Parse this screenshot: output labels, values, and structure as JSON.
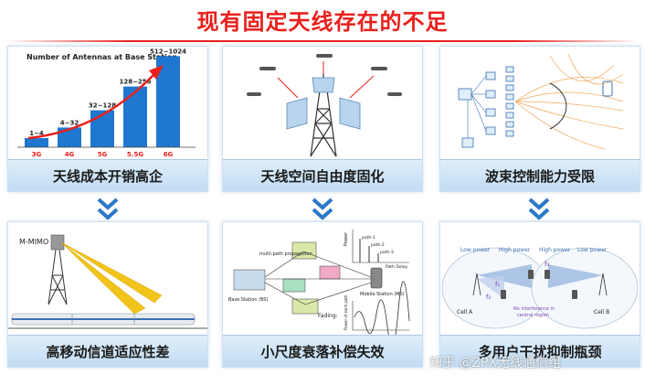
{
  "title": "现有固定天线存在的不足",
  "panels": [
    {
      "caption": "天线成本开销高企"
    },
    {
      "caption": "天线空间自由度固化"
    },
    {
      "caption": "波束控制能力受限"
    },
    {
      "caption": "高移动信道适应性差"
    },
    {
      "caption": "小尺度衰落补偿失效"
    },
    {
      "caption": "多用户干扰抑制瓶颈"
    }
  ],
  "antenna_chart": {
    "title": "Number of Antennas at Base Station",
    "categories": [
      "3G",
      "4G",
      "5G",
      "5.5G",
      "6G"
    ],
    "value_labels": [
      "1~4",
      "4~32",
      "32~128",
      "128~256",
      "512~1024"
    ]
  },
  "mobility_diagram": {
    "label": "M-MIMO"
  },
  "fading_diagram": {
    "base_station": "Base Station (BS)",
    "mobile_station": "Mobile Station (MS)",
    "multipath": "multi-path propagation",
    "power": "Power",
    "path_delay": "Path Delay",
    "path1": "path-1",
    "path2": "path-2",
    "path3": "path-3",
    "fading": "Fading:",
    "power_each_path": "Power of each path"
  },
  "interference_diagram": {
    "low_power_left": "Low power",
    "high_power_left": "High power",
    "high_power_right": "High power",
    "low_power_right": "Low power",
    "f1": "f₁",
    "f2": "f₂",
    "f3": "f₃",
    "cell_a": "Cell A",
    "cell_b": "Cell B",
    "no_interference": "No interference in",
    "central_region": "central region"
  },
  "watermark": "知乎 @ZPX无线通信组",
  "colors": {
    "title": "#e8201c",
    "bar": "#1f77d0",
    "chevron": "#2a78c8",
    "caption_bg": "#cfe3f6"
  }
}
